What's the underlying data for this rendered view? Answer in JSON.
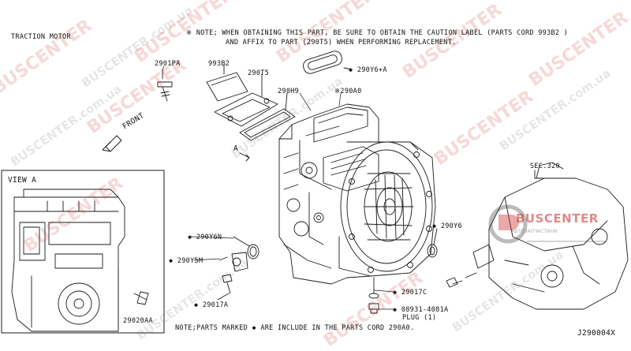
{
  "title": "TRACTION MOTOR",
  "note_top": {
    "line1": "※ NOTE; WHEN OBTAINING THIS PART, BE SURE TO OBTAIN THE CAUTION LABEL (PARTS CORD 993B2 )",
    "line2": "AND AFFIX TO PART (290T5) WHEN PERFORMING REPLACEMENT."
  },
  "note_bottom": "NOTE;PARTS MARKED ◆ ARE INCLUDE IN THE PARTS CORD 290A0.",
  "diagram_id": "J290004X",
  "view_label": "VIEW  A",
  "front_label": "FRONT",
  "arrow_a_label": "A",
  "sec_label": "SEC.320",
  "parts": {
    "p2901PA": "2901PA",
    "p993B2": "993B2",
    "p290T5": "290T5",
    "p290H9": "290H9",
    "p290Y6A": "◆ 290Y6+A",
    "p290A0": "※290A0",
    "p290Y6N": "◆ 290Y6N",
    "p290Y5M": "◆ 290Y5M",
    "p29017A": "◆ 29017A",
    "p290Y6": "◆ 290Y6",
    "p29017C": "◆ 29017C",
    "p08931": "◆ 08931-4081A",
    "p08931_sub": "PLUG (1)",
    "p29020AA": "29020AA"
  },
  "watermark": {
    "brand": "BUSCENTER",
    "domain": "BUSCENTER.com.ua",
    "logo_text": "BUSCENTER",
    "logo_sub": "АВТОЗАПЧАСТИНИ"
  },
  "colors": {
    "line": "#1a1a1a",
    "watermark": "#d22828",
    "background": "#ffffff"
  }
}
